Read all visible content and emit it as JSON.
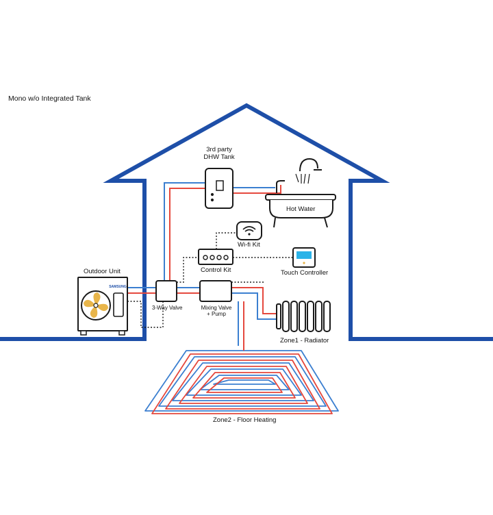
{
  "title": "Mono w/o Integrated Tank",
  "labels": {
    "dhw_tank_line1": "3rd party",
    "dhw_tank_line2": "DHW Tank",
    "hot_water": "Hot Water",
    "wifi_kit": "Wi-fi Kit",
    "control_kit": "Control Kit",
    "touch_controller": "Touch Controller",
    "outdoor_unit": "Outdoor Unit",
    "three_way_valve": "3-Way Valve",
    "mixing_valve_line1": "Mixing Valve",
    "mixing_valve_line2": "+ Pump",
    "zone1": "Zone1 - Radiator",
    "zone2": "Zone2 - Floor Heating"
  },
  "brand": "SAMSUNG",
  "colors": {
    "house": "#1e4fa8",
    "hot_pipe": "#e5483d",
    "cold_pipe": "#3b7fd0",
    "outline": "#1a1a1a",
    "fan": "#e8b54a",
    "controller_screen": "#2bb3e8",
    "background": "#ffffff"
  },
  "icons": {
    "house": "house-outline-icon",
    "tank": "water-tank-icon",
    "bathtub": "bathtub-icon",
    "wifi": "wifi-icon",
    "control_kit": "control-box-icon",
    "controller": "thermostat-icon",
    "outdoor": "heat-pump-icon",
    "valve": "valve-icon",
    "radiator": "radiator-icon"
  }
}
